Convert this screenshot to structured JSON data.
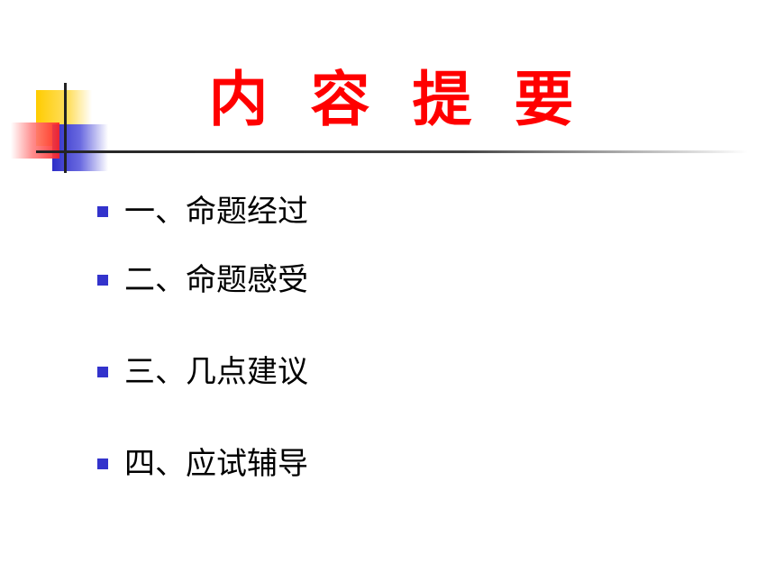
{
  "slide": {
    "title": "内 容 提 要",
    "title_color": "#ff0000",
    "bullet_color": "#3333cc",
    "items": [
      "一、命题经过",
      "二、命题感受",
      "三、几点建议",
      "四、应试辅导"
    ]
  }
}
